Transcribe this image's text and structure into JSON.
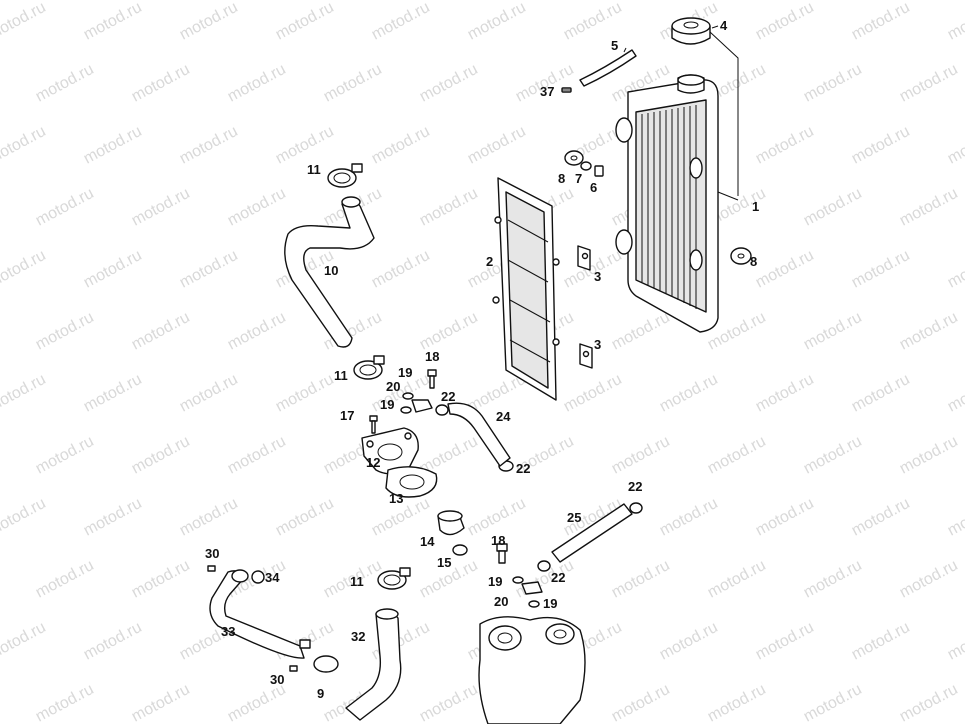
{
  "watermark": "motod.ru",
  "callouts": {
    "c1": "1",
    "c2": "2",
    "c3a": "3",
    "c3b": "3",
    "c4": "4",
    "c5": "5",
    "c6": "6",
    "c7": "7",
    "c8a": "8",
    "c8b": "8",
    "c9": "9",
    "c10": "10",
    "c11a": "11",
    "c11b": "11",
    "c11c": "11",
    "c12": "12",
    "c13": "13",
    "c14": "14",
    "c15": "15",
    "c17": "17",
    "c18a": "18",
    "c18b": "18",
    "c19a": "19",
    "c19b": "19",
    "c19c": "19",
    "c19d": "19",
    "c20a": "20",
    "c20b": "20",
    "c22a": "22",
    "c22b": "22",
    "c22c": "22",
    "c22d": "22",
    "c24": "24",
    "c25": "25",
    "c30a": "30",
    "c30b": "30",
    "c32": "32",
    "c33": "33",
    "c34": "34",
    "c37": "37"
  }
}
